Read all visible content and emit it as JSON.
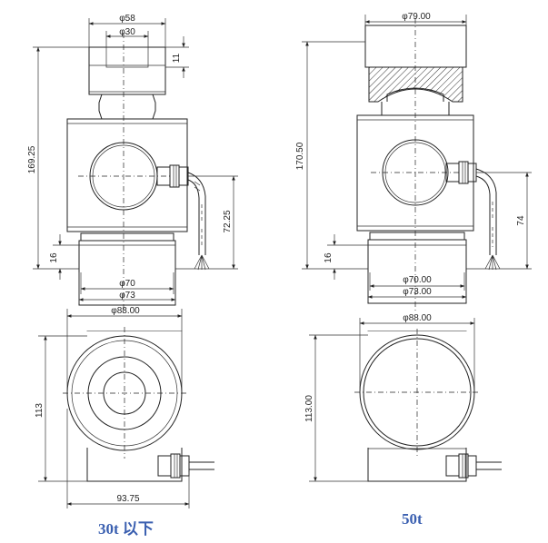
{
  "views": {
    "v30_front": {
      "dims": {
        "top_dia": "φ58",
        "inner_dia": "φ30",
        "cap_height": "11",
        "overall_height": "169.25",
        "cable_height": "72.25",
        "base_height": "16",
        "base_dia_inner": "φ70",
        "base_dia_outer": "φ73"
      }
    },
    "v50_front": {
      "dims": {
        "top_dia": "φ79.00",
        "overall_height": "170.50",
        "cable_height": "74",
        "base_height": "16",
        "base_dia_inner": "φ70.00",
        "base_dia_outer": "φ73.00"
      }
    },
    "v30_plan": {
      "dims": {
        "width": "φ88.00",
        "height": "113",
        "length": "93.75"
      }
    },
    "v50_plan": {
      "dims": {
        "width": "φ88.00",
        "height": "113.00"
      }
    }
  },
  "captions": {
    "left": "30t 以下",
    "right": "50t"
  }
}
